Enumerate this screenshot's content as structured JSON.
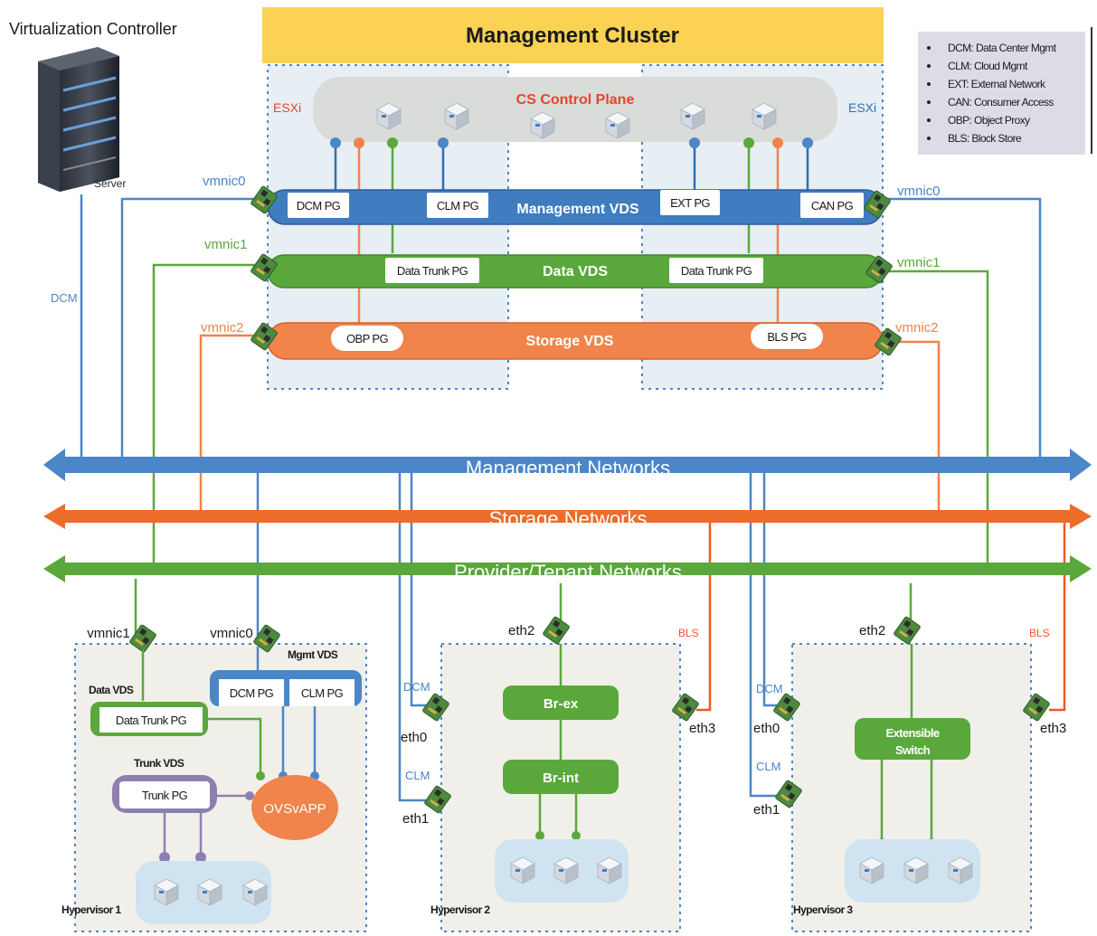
{
  "title": "Management Cluster",
  "controller": {
    "label": "Virtualization Controller",
    "server_label": "Server"
  },
  "legend": [
    "DCM: Data Center Mgmt",
    "CLM: Cloud Mgmt",
    "EXT: External Network",
    "CAN: Consumer Access",
    "OBP: Object Proxy",
    "BLS: Block Store"
  ],
  "cluster": {
    "esxi_left": "ESXi",
    "esxi_right": "ESXi",
    "control_plane": "CS Control Plane",
    "vmnic0_left": "vmnic0",
    "vmnic1_left": "vmnic1",
    "vmnic2_left": "vmnic2",
    "vmnic0_right": "vmnic0",
    "vmnic1_right": "vmnic1",
    "vmnic2_right": "vmnic2",
    "dcm_side": "DCM",
    "mgmt_vds": {
      "name": "Management VDS",
      "pg1": "DCM PG",
      "pg2": "CLM PG",
      "pg3": "EXT PG",
      "pg4": "CAN PG"
    },
    "data_vds": {
      "name": "Data VDS",
      "pg1": "Data Trunk PG",
      "pg2": "Data Trunk PG"
    },
    "storage_vds": {
      "name": "Storage VDS",
      "pg1": "OBP PG",
      "pg2": "BLS PG"
    }
  },
  "networks": {
    "management": "Management Networks",
    "storage": "Storage Networks",
    "provider": "Provider/Tenant Networks"
  },
  "colors": {
    "mgmt": "#4a86c8",
    "storage": "#f0844a",
    "data": "#5aa83c",
    "cluster_header": "#fcd254",
    "trunk": "#8d7fb0"
  },
  "hypervisor1": {
    "title": "Hypervisor 1",
    "vmnic1": "vmnic1",
    "vmnic0": "vmnic0",
    "mgmt_vds": "Mgmt VDS",
    "dcm_pg": "DCM PG",
    "clm_pg": "CLM PG",
    "data_vds": "Data VDS",
    "data_trunk_pg": "Data Trunk PG",
    "trunk_vds": "Trunk VDS",
    "trunk_pg": "Trunk PG",
    "ovsvapp": "OVSvAPP"
  },
  "hypervisor2": {
    "title": "Hypervisor 2",
    "eth0": "eth0",
    "eth1": "eth1",
    "eth2": "eth2",
    "eth3": "eth3",
    "dcm": "DCM",
    "clm": "CLM",
    "bls": "BLS",
    "br_ex": "Br-ex",
    "br_int": "Br-int"
  },
  "hypervisor3": {
    "title": "Hypervisor 3",
    "eth0": "eth0",
    "eth1": "eth1",
    "eth2": "eth2",
    "eth3": "eth3",
    "dcm": "DCM",
    "clm": "CLM",
    "bls": "BLS",
    "switch_line1": "Extensible",
    "switch_line2": "Switch"
  }
}
